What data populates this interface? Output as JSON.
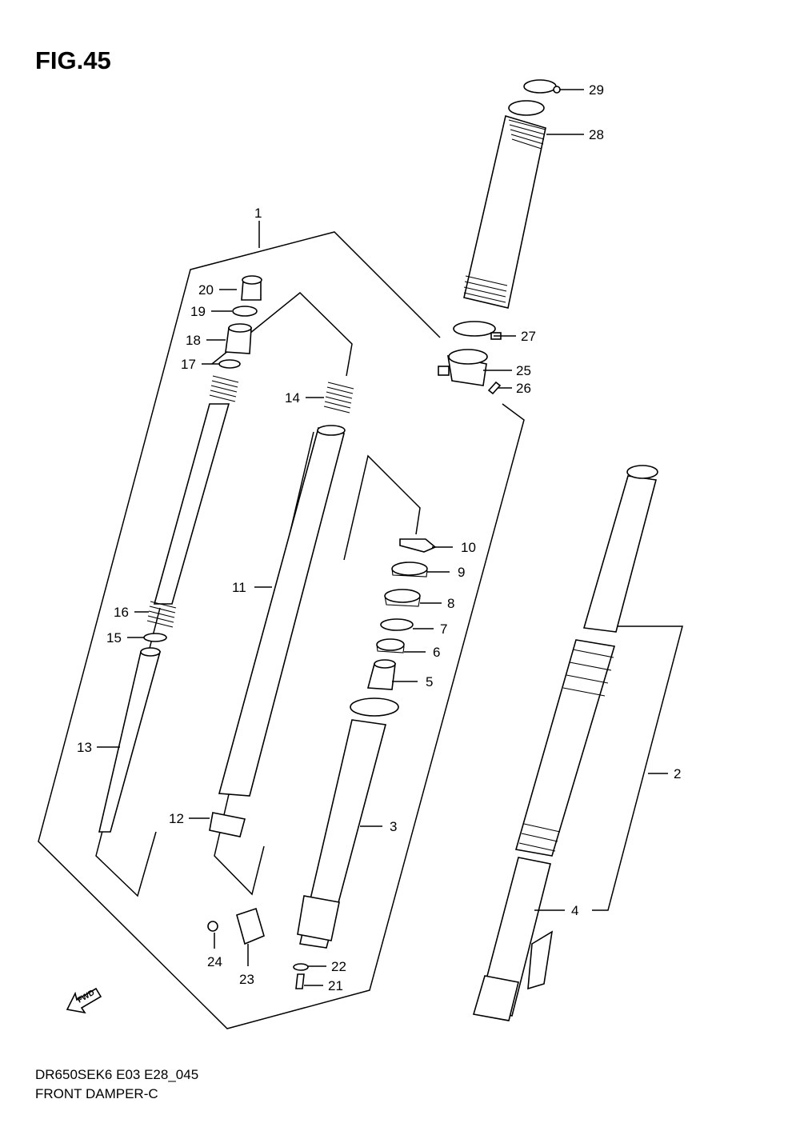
{
  "figure": {
    "title": "FIG.45",
    "code": "DR650SEK6 E03 E28_045",
    "name": "FRONT DAMPER-C",
    "fwd_label": "FWD"
  },
  "callouts": {
    "c1": "1",
    "c2": "2",
    "c3": "3",
    "c4": "4",
    "c5": "5",
    "c6": "6",
    "c7": "7",
    "c8": "8",
    "c9": "9",
    "c10": "10",
    "c11": "11",
    "c12": "12",
    "c13": "13",
    "c14": "14",
    "c15": "15",
    "c16": "16",
    "c17": "17",
    "c18": "18",
    "c19": "19",
    "c20": "20",
    "c21": "21",
    "c22": "22",
    "c23": "23",
    "c24": "24",
    "c25": "25",
    "c26": "26",
    "c27": "27",
    "c28": "28",
    "c29": "29"
  }
}
